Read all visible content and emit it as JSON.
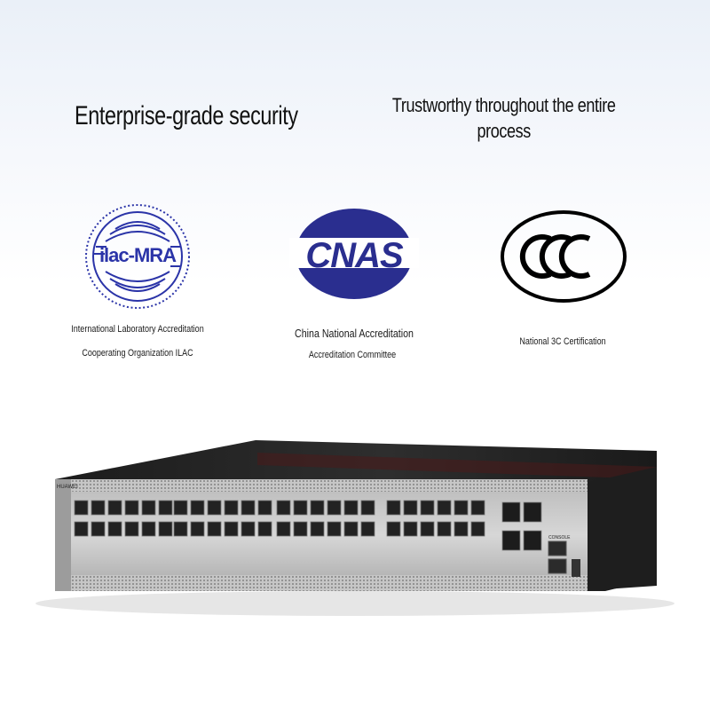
{
  "headline": {
    "left": "Enterprise-grade security",
    "right": "Trustworthy throughout the entire process"
  },
  "certifications": [
    {
      "logo_icon": "ilac-mra-logo",
      "logo_text": "ilac-MRA",
      "caption_lines": [
        "International Laboratory Accreditation",
        "Cooperating Organization ILAC"
      ]
    },
    {
      "logo_icon": "cnas-logo",
      "logo_text": "CNAS",
      "caption_lines": [
        "China National Accreditation",
        "Accreditation Committee"
      ]
    },
    {
      "logo_icon": "ccc-logo",
      "caption_lines": [
        "National 3C Certification"
      ]
    }
  ],
  "device": {
    "brand": "HUAWEI",
    "console_label": "CONSOLE"
  },
  "colors": {
    "ilac_blue": "#2b34a8",
    "cnas_blue": "#2a2e8f",
    "text": "#111111"
  }
}
